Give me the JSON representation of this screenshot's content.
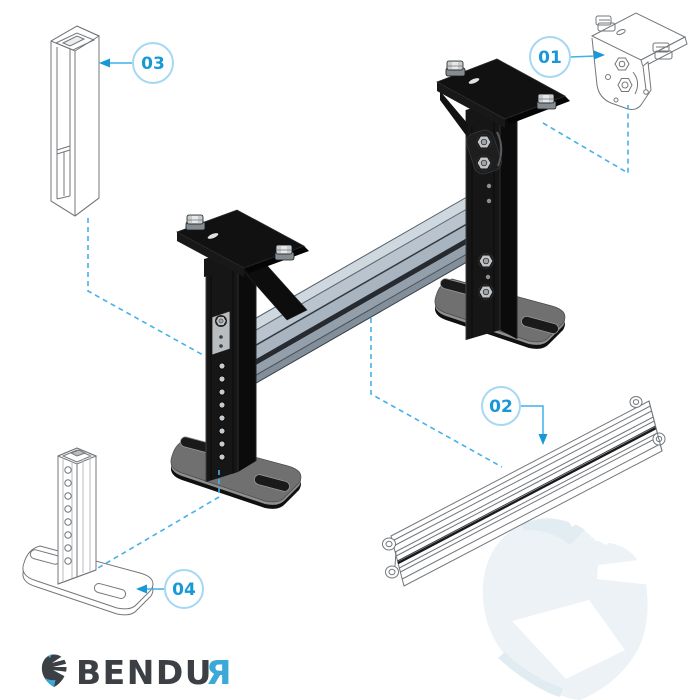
{
  "diagram": {
    "title_hint": "exploded parts diagram of conveyor support stand",
    "callouts": [
      {
        "id": "01",
        "label": "01"
      },
      {
        "id": "02",
        "label": "02"
      },
      {
        "id": "03",
        "label": "03"
      },
      {
        "id": "04",
        "label": "04"
      }
    ],
    "brand": {
      "name_dark": "BENDU",
      "name_accent": "Я"
    },
    "colors": {
      "accent_text": "#1898d6",
      "callout_ring": "#a5d8f3",
      "leader_blue": "#3fb0ea",
      "dashed_blue": "#44b1e9",
      "outline_gray": "#73777b",
      "part_black": "#141414",
      "beam_gray": "#b9c4ce",
      "plate_gray": "#707070",
      "logo_dark": "#3c4044",
      "logo_blue": "#3aa8d8",
      "watermark": "#edf2f6"
    }
  }
}
